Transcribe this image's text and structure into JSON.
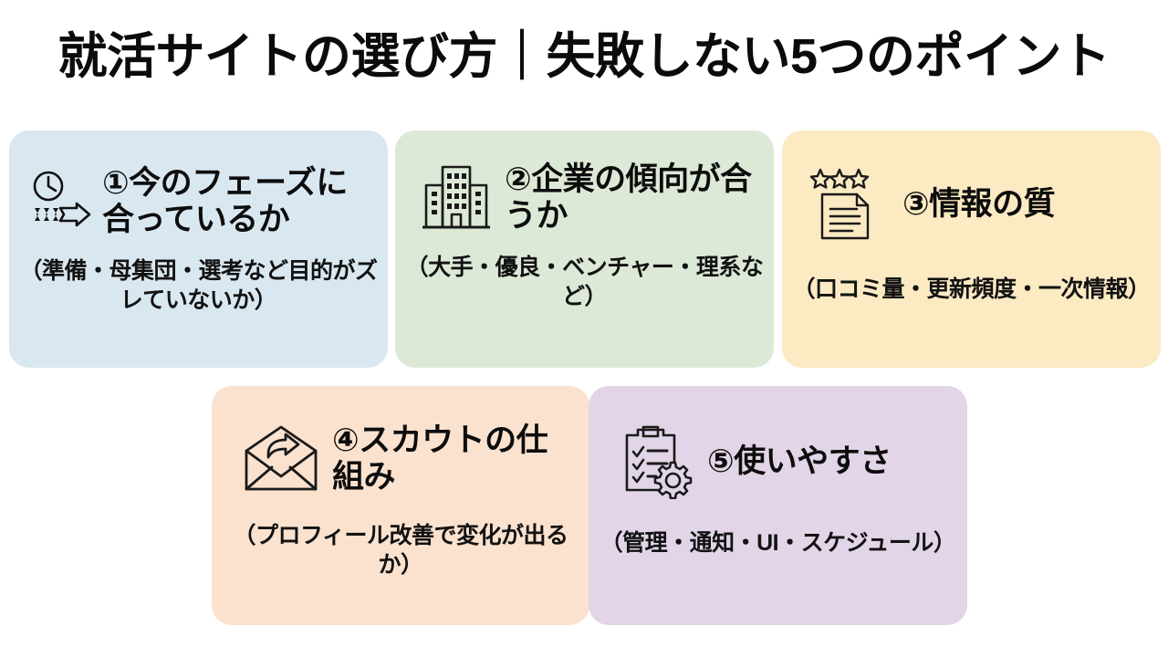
{
  "page": {
    "background_color": "#ffffff",
    "title": "就活サイトの選び方｜失敗しない5つのポイント"
  },
  "cards": [
    {
      "number": "①",
      "title": "①今のフェーズに合っているか",
      "subtitle": "（準備・母集団・選考など目的がズレていないか）",
      "icon": "clock-arrow-icon",
      "background_color": "#d9e7f1"
    },
    {
      "number": "②",
      "title": "②企業の傾向が合うか",
      "subtitle": "（大手・優良・ベンチャー・理系など）",
      "icon": "office-building-icon",
      "background_color": "#dde9d7"
    },
    {
      "number": "③",
      "title": "③情報の質",
      "subtitle": "（口コミ量・更新頻度・一次情報）",
      "icon": "document-stars-icon",
      "background_color": "#fbeac2"
    },
    {
      "number": "④",
      "title": "④スカウトの仕組み",
      "subtitle": "（プロフィール改善で変化が出るか）",
      "icon": "envelope-arrow-icon",
      "background_color": "#fae2cf"
    },
    {
      "number": "⑤",
      "title": "⑤使いやすさ",
      "subtitle": "（管理・通知・UI・スケジュール）",
      "icon": "clipboard-gear-icon",
      "background_color": "#e2d5e8"
    }
  ]
}
